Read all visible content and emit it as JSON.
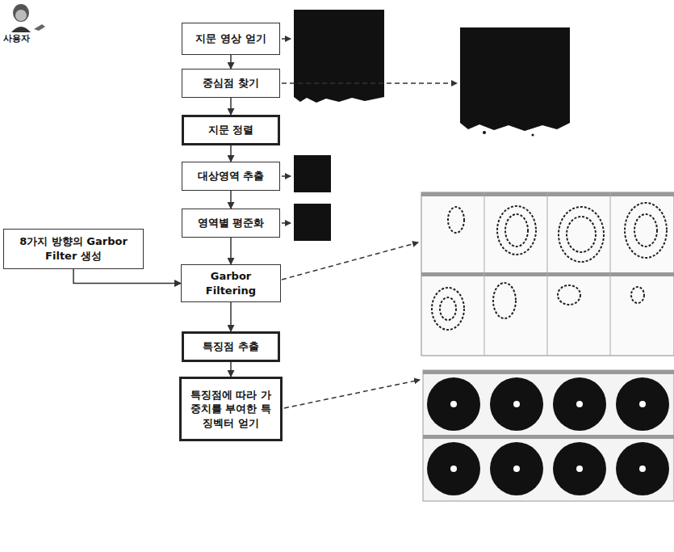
{
  "diagram": {
    "nodes": [
      {
        "text": [
          "지문 영상 얻기"
        ]
      },
      {
        "text": [
          "중심점 찾기"
        ]
      },
      {
        "text": [
          "지문 정렬"
        ]
      },
      {
        "text": [
          "대상영역 추출"
        ]
      },
      {
        "text": [
          "영역별 평준화"
        ]
      },
      {
        "text": [
          "8가지 방향의 Garbor Filter 생성"
        ]
      },
      {
        "text": [
          "Garbor Filtering"
        ]
      },
      {
        "text": [
          "특징점 추출"
        ]
      },
      {
        "text": [
          "특징점에 따라 가중치를 부여한 특징벡터 얻기"
        ]
      }
    ],
    "edges": [
      {
        "from": 0,
        "to": 1,
        "arrow": "to"
      },
      {
        "from": 1,
        "to": 2,
        "arrow": "to"
      },
      {
        "from": 2,
        "to": 3,
        "arrow": "to"
      },
      {
        "from": 3,
        "to": 4,
        "arrow": "to"
      },
      {
        "from": 4,
        "to": 6,
        "arrow": "to"
      },
      {
        "from": 5,
        "to": 6,
        "arrow": "to"
      },
      {
        "from": 6,
        "to": 7,
        "arrow": "to"
      },
      {
        "from": 7,
        "to": 8,
        "arrow": "to"
      }
    ],
    "labels": [
      "사용자"
    ]
  }
}
